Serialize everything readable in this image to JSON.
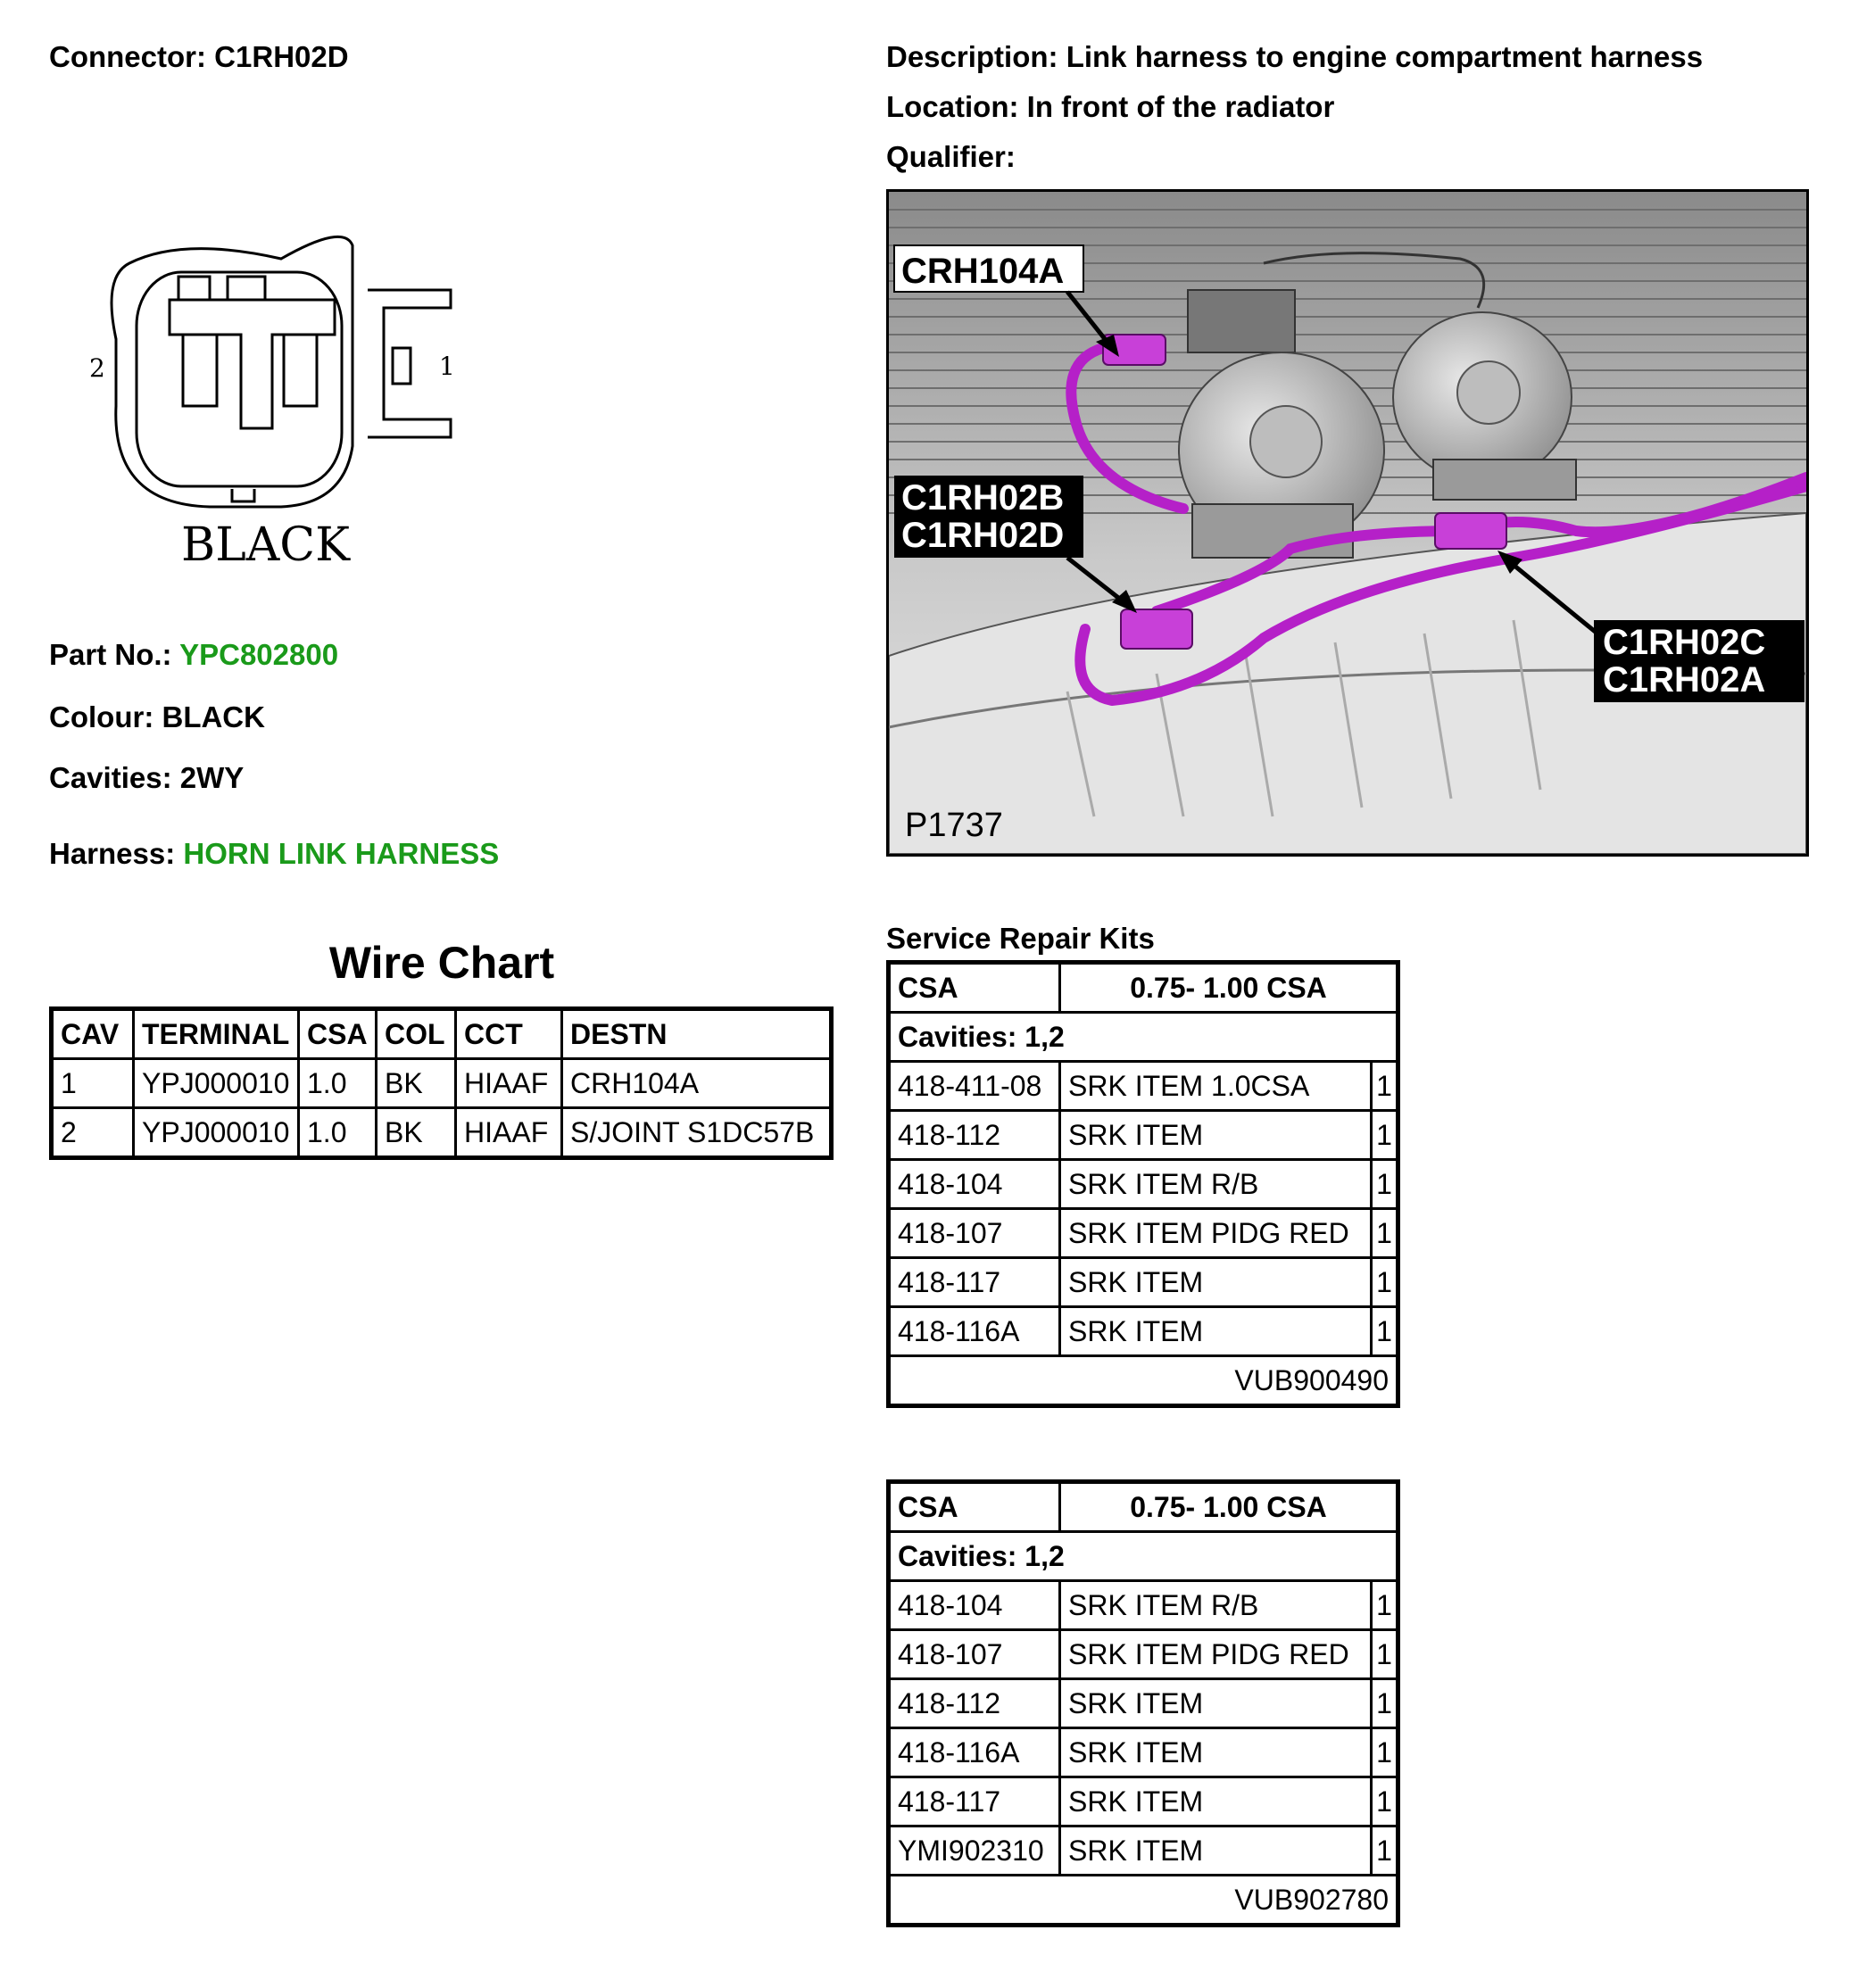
{
  "header": {
    "connector_label": "Connector:",
    "connector_value": "C1RH02D",
    "description_label": "Description:",
    "description_value": "Link harness to engine compartment harness",
    "location_label": "Location:",
    "location_value": "In front of the radiator",
    "qualifier_label": "Qualifier:",
    "qualifier_value": ""
  },
  "connector_diagram": {
    "pin_left": "2",
    "pin_right": "1",
    "colour_text": "BLACK"
  },
  "details": {
    "part_no_label": "Part No.:",
    "part_no_value": "YPC802800",
    "colour_label": "Colour:",
    "colour_value": "BLACK",
    "cavities_label": "Cavities:",
    "cavities_value": "2WY",
    "harness_label": "Harness:",
    "harness_value": "HORN LINK HARNESS",
    "link_color": "#1a9a1a"
  },
  "photo": {
    "callouts": {
      "crh104a": "CRH104A",
      "c1rh02b": "C1RH02B",
      "c1rh02d": "C1RH02D",
      "c1rh02c": "C1RH02C",
      "c1rh02a": "C1RH02A"
    },
    "figure_id": "P1737",
    "harness_color": "#b520c8"
  },
  "wire_chart": {
    "title": "Wire Chart",
    "headers": [
      "CAV",
      "TERMINAL",
      "CSA",
      "COL",
      "CCT",
      "DESTN"
    ],
    "rows": [
      [
        "1",
        "YPJ000010",
        "1.0",
        "BK",
        "HIAAF",
        "CRH104A"
      ],
      [
        "2",
        "YPJ000010",
        "1.0",
        "BK",
        "HIAAF",
        "S/JOINT S1DC57B"
      ]
    ]
  },
  "service_repair_kits": {
    "title": "Service Repair Kits",
    "kits": [
      {
        "csa_label": "CSA",
        "csa_value": "0.75- 1.00 CSA",
        "cavities": "Cavities: 1,2",
        "items": [
          [
            "418-411-08",
            "SRK ITEM 1.0CSA",
            "1"
          ],
          [
            "418-112",
            "SRK ITEM",
            "1"
          ],
          [
            "418-104",
            "SRK ITEM R/B",
            "1"
          ],
          [
            "418-107",
            "SRK ITEM PIDG RED",
            "1"
          ],
          [
            "418-117",
            "SRK ITEM",
            "1"
          ],
          [
            "418-116A",
            "SRK ITEM",
            "1"
          ]
        ],
        "kit_no": "VUB900490"
      },
      {
        "csa_label": "CSA",
        "csa_value": "0.75- 1.00 CSA",
        "cavities": "Cavities: 1,2",
        "items": [
          [
            "418-104",
            "SRK ITEM R/B",
            "1"
          ],
          [
            "418-107",
            "SRK ITEM PIDG RED",
            "1"
          ],
          [
            "418-112",
            "SRK ITEM",
            "1"
          ],
          [
            "418-116A",
            "SRK ITEM",
            "1"
          ],
          [
            "418-117",
            "SRK ITEM",
            "1"
          ],
          [
            "YMI902310",
            "SRK ITEM",
            "1"
          ]
        ],
        "kit_no": "VUB902780"
      }
    ]
  }
}
